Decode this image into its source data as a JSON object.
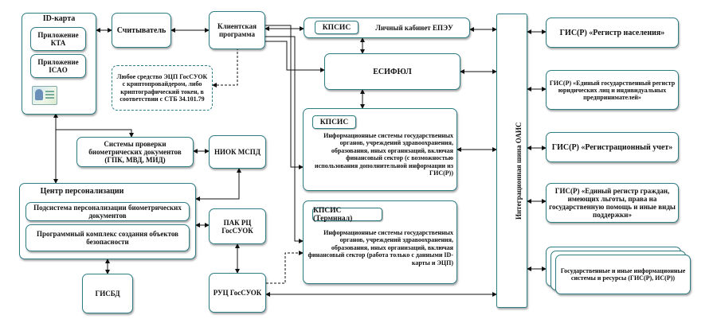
{
  "id_card": {
    "title": "ID-карта",
    "app1": "Приложение КТА",
    "app2": "Приложение ICAO",
    "image_icon": "id-card-photo"
  },
  "reader": "Считыватель",
  "client_program": "Клиентская программа",
  "crypto_note": "Любое средство ЭЦП ГосСУОК с криптопровайдером, либо криптографический токен, в соответствии с СТБ 34.101.79",
  "kpsis_top": "КПСИС",
  "personal_cabinet": "Личный кабинет ЕПЭУ",
  "esifiul": "ЕСИФЮЛ",
  "kpsis_mid_tag": "КПСИС",
  "kpsis_mid_text": "Информационные системы государственных органов, учреждений здравоохранения, образования, иных организаций, включая финансовый сектор (с возможностью использования дополнительной информации из ГИС(Р))",
  "kpsis_term_tag": "КПСИС (Терминал)",
  "kpsis_term_text": "Информационные системы государственных органов, учреждений здравоохранения, образования, иных организаций, включая финансовый сектор (работа только с данными ID-карты и ЭЦП)",
  "bio_check": "Системы проверки биометрических документов (ГПК, МВД, МИД)",
  "niok": "НИОК МСПД",
  "perso_center": {
    "title": "Центр персонализации",
    "sub1": "Подсистема персонализации биометрических документов",
    "sub2": "Программный комплекс создания объектов безопасности"
  },
  "pak_rc": "ПАК РЦ ГосСУОК",
  "gisbd": "ГИСБД",
  "ruts": "РУЦ ГосСУОК",
  "bus": "Интеграционная шина ОАИС",
  "gis_right": [
    "ГИС(Р) «Регистр населения»",
    "ГИС(Р) «Единый государственный регистр юридических лиц и индивидуальных предпринимателей»",
    "ГИС(Р) «Регистрационный учет»",
    "ГИС(Р) «Единый регистр граждан, имеющих льготы, права на государственную помощь и иные виды поддержки»",
    "Государственные и иные информационные системы и ресурсы (ГИС(Р), ИС(Р))"
  ]
}
